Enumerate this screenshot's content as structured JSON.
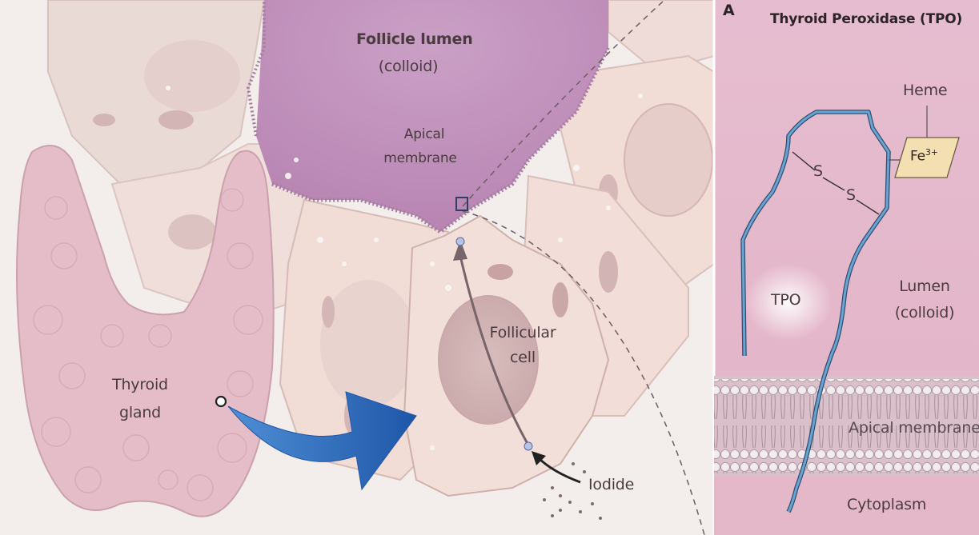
{
  "left_panel": {
    "follicle_lumen": "Follicle lumen",
    "follicle_lumen_sub": "(colloid)",
    "apical_membrane_1": "Apical",
    "apical_membrane_2": "membrane",
    "follicular_cell_1": "Follicular",
    "follicular_cell_2": "cell",
    "thyroid_gland_1": "Thyroid",
    "thyroid_gland_2": "gland",
    "iodide": "Iodide"
  },
  "right_panel": {
    "panel_letter": "A",
    "title": "Thyroid Peroxidase (TPO)",
    "heme": "Heme",
    "fe": "Fe",
    "fe_charge": "3+",
    "s1": "S",
    "s2": "S",
    "tpo": "TPO",
    "lumen_1": "Lumen",
    "lumen_2": "(colloid)",
    "apical_membrane": "Apical membrane",
    "cytoplasm": "Cytoplasm"
  },
  "colors": {
    "blue_arrow": "#2a67b8",
    "tpo_strand": "#5b93c5",
    "lumen_purple": "#c79dc0",
    "cell_pink": "#f0d9d4",
    "right_bg": "#e8c5d3",
    "gland": "#e6bfc9"
  }
}
